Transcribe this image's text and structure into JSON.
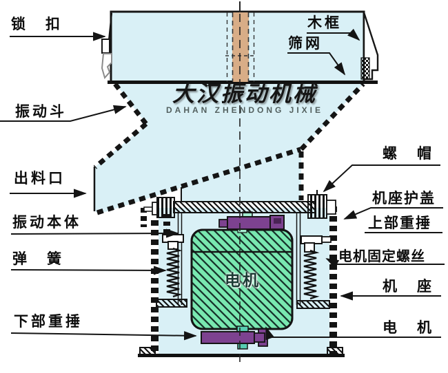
{
  "brand": {
    "title": "大汉振动机械",
    "subtitle": "DAHAN ZHENDONG JIXIE"
  },
  "machine": {
    "motor_text": "电机"
  },
  "labels": {
    "lock": "锁　扣",
    "hopper": "振动斗",
    "outlet": "出料口",
    "body": "振动本体",
    "spring": "弹　簧",
    "lower_hammer": "下部重捶",
    "wood_frame": "木框",
    "mesh": "筛网",
    "nut": "螺　帽",
    "base_cover": "机座护盖",
    "upper_hammer": "上部重捶",
    "motor_screw": "电机固定螺丝",
    "base": "机　座",
    "motor": "电　机"
  },
  "colors": {
    "blue": "#d9f0f6",
    "tan": "#d8ad87",
    "green": "#79e8b0",
    "purple": "#7d4290",
    "purple_dark": "#4a2355",
    "teal": "#57cdb1",
    "teal_light": "#a5ecd0",
    "ink": "#141414"
  }
}
